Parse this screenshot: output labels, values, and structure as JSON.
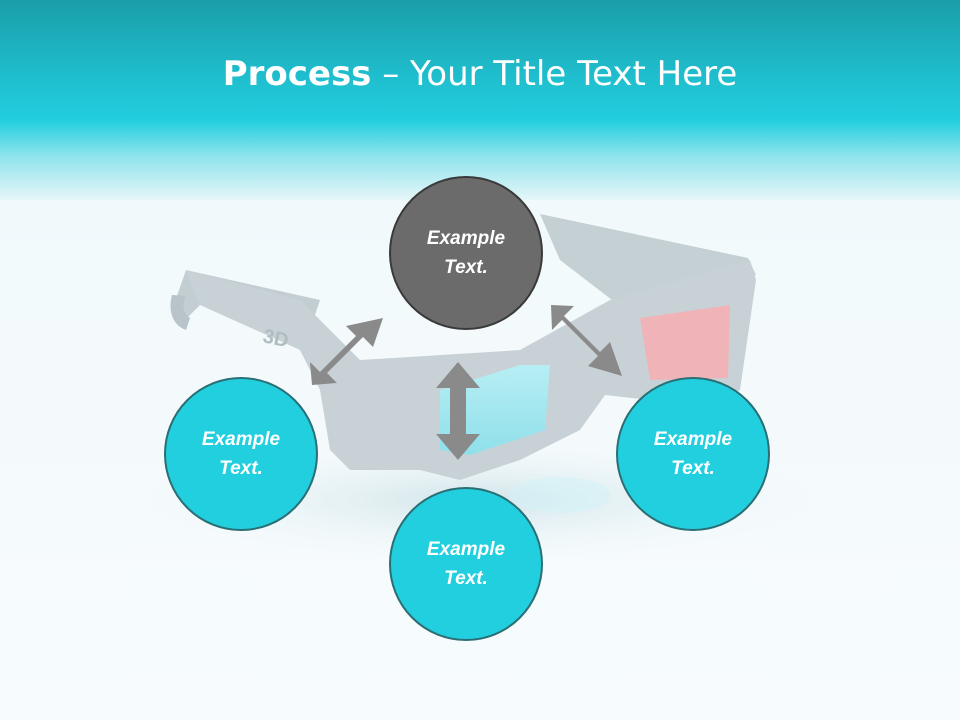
{
  "slide": {
    "title_bold": "Process",
    "title_rest": " – Your Title Text Here"
  },
  "diagram": {
    "center_node": {
      "label": "Example Text."
    },
    "left_node": {
      "label": "Example Text."
    },
    "bottom_node": {
      "label": "Example Text."
    },
    "right_node": {
      "label": "Example Text."
    }
  },
  "colors": {
    "header": "#22cede",
    "center_fill": "#6b6b6b",
    "satellite_fill": "#22cfdf",
    "arrow": "#8a8a8a"
  },
  "illustration": {
    "name": "3d-glasses-image"
  }
}
